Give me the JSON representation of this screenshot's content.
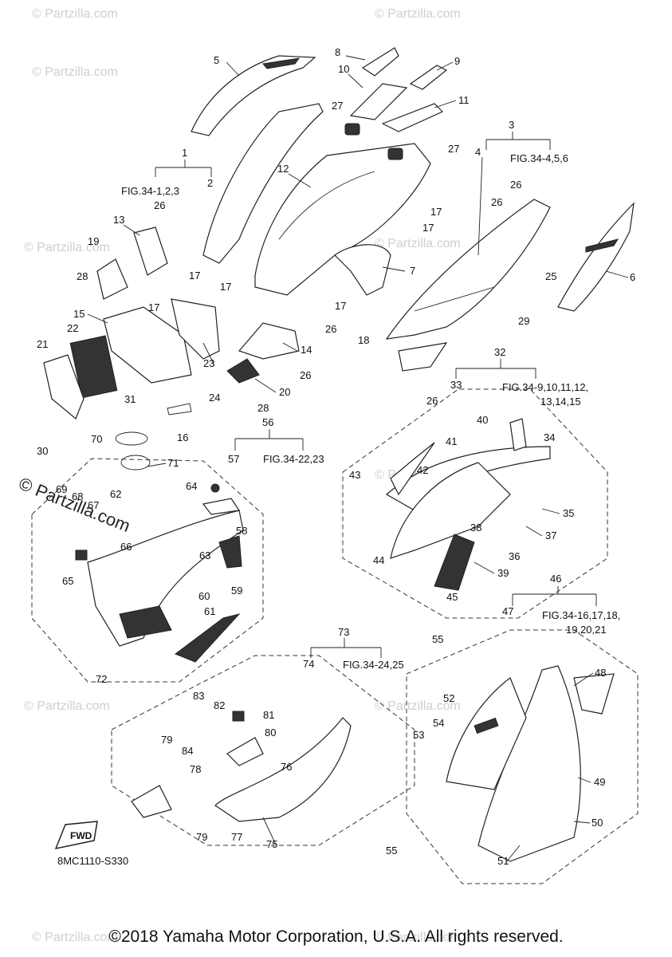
{
  "watermarks": [
    "© Partzilla.com",
    "© Partzilla.com",
    "© Partzilla.com",
    "© Partzilla.com",
    "© Partzilla.com",
    "© Partzilla.com",
    "© Partzilla.com",
    "© Partzilla.com",
    "© Partzilla.com",
    "© Partzilla.com"
  ],
  "watermark_big": "© Partzilla.com",
  "fig_refs": {
    "g1": "FIG.34-1,2,3",
    "g3": "FIG.34-4,5,6",
    "g32a": "FIG.34-9,10,11,12,",
    "g32b": "13,14,15",
    "g56": "FIG.34-22,23",
    "g46a": "FIG.34-16,17,18,",
    "g46b": "19,20,21",
    "g73": "FIG.34-24,25"
  },
  "labels": [
    "1",
    "2",
    "3",
    "4",
    "5",
    "6",
    "7",
    "8",
    "9",
    "10",
    "11",
    "12",
    "13",
    "14",
    "15",
    "16",
    "17",
    "17",
    "17",
    "17",
    "17",
    "17",
    "17",
    "17",
    "18",
    "19",
    "20",
    "21",
    "22",
    "23",
    "24",
    "25",
    "26",
    "26",
    "26",
    "26",
    "26",
    "26",
    "27",
    "27",
    "28",
    "28",
    "29",
    "30",
    "31",
    "32",
    "33",
    "34",
    "35",
    "36",
    "37",
    "38",
    "39",
    "40",
    "41",
    "42",
    "43",
    "44",
    "45",
    "46",
    "47",
    "48",
    "49",
    "50",
    "51",
    "52",
    "53",
    "54",
    "55",
    "55",
    "56",
    "57",
    "58",
    "59",
    "60",
    "61",
    "62",
    "63",
    "64",
    "65",
    "66",
    "67",
    "68",
    "69",
    "70",
    "71",
    "72",
    "73",
    "74",
    "75",
    "76",
    "77",
    "78",
    "79",
    "79",
    "80",
    "81",
    "82",
    "83",
    "84"
  ],
  "fwd_label": "FWD",
  "diagram_code": "8MC1110-S330",
  "copyright": "©2018 Yamaha Motor Corporation, U.S.A. All rights reserved."
}
